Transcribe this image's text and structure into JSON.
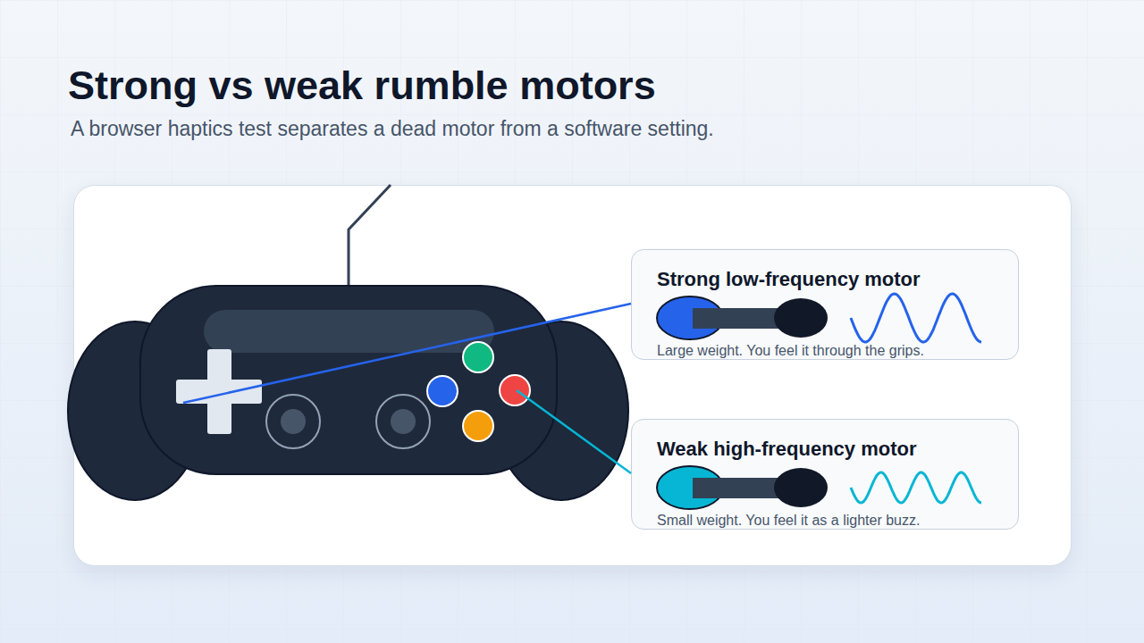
{
  "diagram": {
    "title": "Strong vs weak rumble motors",
    "caption": "A browser haptics test separates a dead motor from a software setting.",
    "nodes": [
      {
        "text": [
          "Strong low-frequency motor",
          "Large weight. You feel it through the grips."
        ]
      },
      {
        "text": [
          "Weak high-frequency motor",
          "Small weight. You feel it as a lighter buzz."
        ]
      }
    ]
  }
}
